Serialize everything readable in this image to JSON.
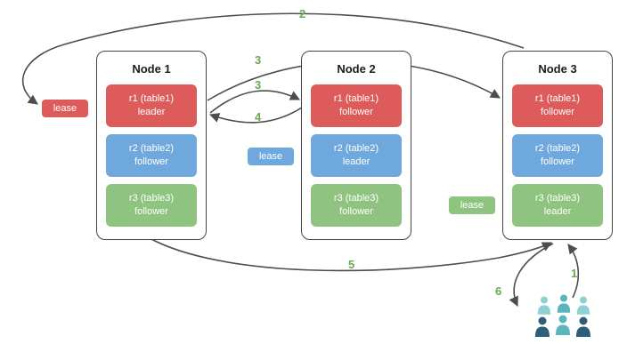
{
  "colors": {
    "replica_red": "#dd5b5b",
    "replica_blue": "#6fa8dc",
    "replica_green": "#8fc380",
    "number_green": "#6aa84f",
    "arrow_gray": "#4d4d4d",
    "users_teal": "#5cb4bc",
    "users_teal_light": "#8fd0d4",
    "users_dark": "#2e5e79"
  },
  "nodes": [
    {
      "title": "Node 1",
      "replicas": [
        {
          "name": "r1 (table1)",
          "role": "leader",
          "color": "red"
        },
        {
          "name": "r2 (table2)",
          "role": "follower",
          "color": "blue"
        },
        {
          "name": "r3 (table3)",
          "role": "follower",
          "color": "green"
        }
      ]
    },
    {
      "title": "Node 2",
      "replicas": [
        {
          "name": "r1 (table1)",
          "role": "follower",
          "color": "red"
        },
        {
          "name": "r2 (table2)",
          "role": "leader",
          "color": "blue"
        },
        {
          "name": "r3 (table3)",
          "role": "follower",
          "color": "green"
        }
      ]
    },
    {
      "title": "Node 3",
      "replicas": [
        {
          "name": "r1 (table1)",
          "role": "follower",
          "color": "red"
        },
        {
          "name": "r2 (table2)",
          "role": "follower",
          "color": "blue"
        },
        {
          "name": "r3 (table3)",
          "role": "leader",
          "color": "green"
        }
      ]
    }
  ],
  "leases": {
    "red": "lease",
    "blue": "lease",
    "green": "lease"
  },
  "steps": {
    "s1": "1",
    "s2": "2",
    "s3a": "3",
    "s3b": "3",
    "s4": "4",
    "s5": "5",
    "s6": "6"
  }
}
